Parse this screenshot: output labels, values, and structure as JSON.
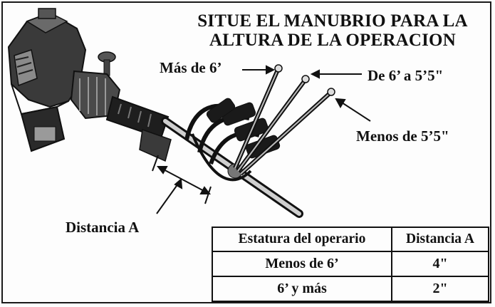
{
  "title": {
    "line1": "SITUE EL MANUBRIO PARA LA",
    "line2": "ALTURA DE LA OPERACION"
  },
  "callouts": {
    "mas_de": "Más de 6’",
    "de_a": "De 6’ a 5’5\"",
    "menos_de": "Menos de 5’5\"",
    "distancia": "Distancia A"
  },
  "table": {
    "headers": [
      "Estatura del operario",
      "Distancia A"
    ],
    "rows": [
      [
        "Menos de 6’",
        "4\""
      ],
      [
        "6’ y más",
        "2\""
      ]
    ]
  },
  "icons": {
    "illustration": "trimmer-engine-with-handle-positions"
  }
}
